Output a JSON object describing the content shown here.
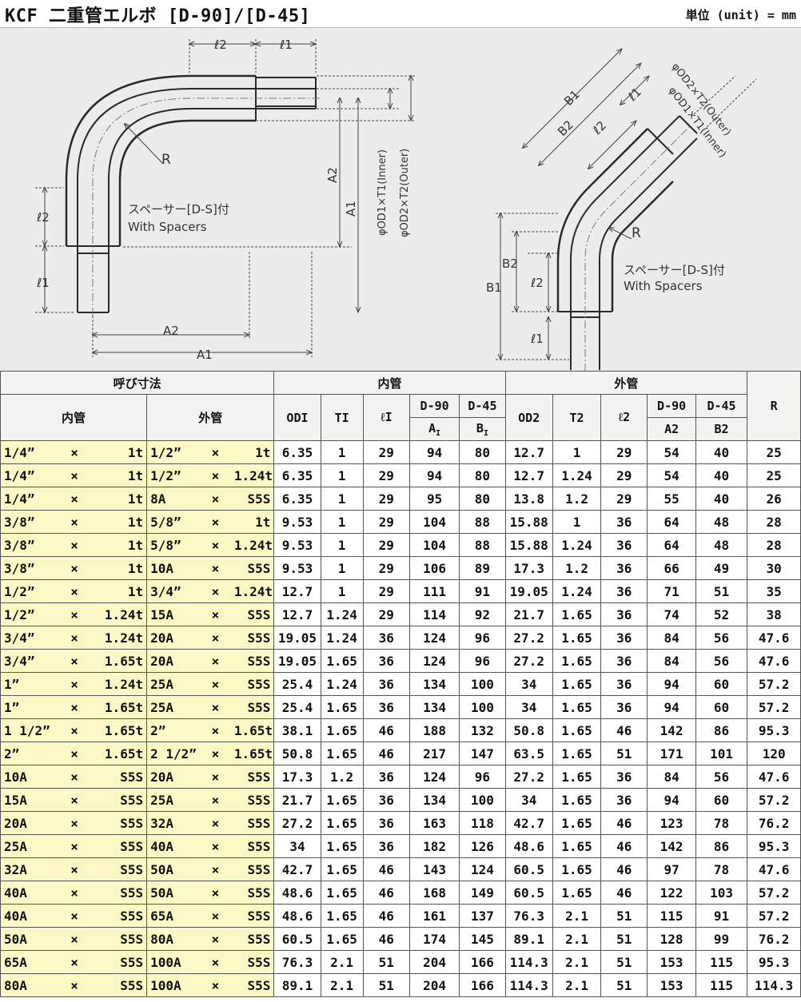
{
  "header": {
    "title": "KCF 二重管エルボ [D-90]/[D-45]",
    "unit": "単位 (unit) = mm"
  },
  "drawing": {
    "d90": {
      "spacer_jp": "スペーサー[D-S]付",
      "spacer_en": "With Spacers",
      "r_label": "R",
      "l1": "ℓ1",
      "l2": "ℓ2",
      "a1": "A1",
      "a2": "A2",
      "od1": "φOD1×T1(Inner)",
      "od2": "φOD2×T2(Outer)"
    },
    "d45": {
      "spacer_jp": "スペーサー[D-S]付",
      "spacer_en": "With Spacers",
      "r_label": "R",
      "l1": "ℓ1",
      "l2": "ℓ2",
      "b1": "B1",
      "b2": "B2",
      "od1": "φOD1×T1(Inner)",
      "od2": "φOD2×T2(Outer)"
    }
  },
  "table": {
    "group_nominal": "呼び寸法",
    "group_inner": "内管",
    "group_outer": "外管",
    "sub_inner": "内管",
    "sub_outer": "外管",
    "col_od1": "ODI",
    "col_t1": "TI",
    "col_l1": "ℓI",
    "col_d90": "D-90",
    "col_a1": "A",
    "col_d45": "D-45",
    "col_b1": "B",
    "col_od2": "OD2",
    "col_t2": "T2",
    "col_l2": "ℓ2",
    "col_d90b": "D-90",
    "col_a2": "A2",
    "col_d45b": "D-45",
    "col_b2": "B2",
    "col_r": "R",
    "x": "×",
    "rows": [
      [
        "1/4”",
        "1t",
        "1/2”",
        "1t",
        "6.35",
        "1",
        "29",
        "94",
        "80",
        "12.7",
        "1",
        "29",
        "54",
        "40",
        "25"
      ],
      [
        "1/4”",
        "1t",
        "1/2”",
        "1.24t",
        "6.35",
        "1",
        "29",
        "94",
        "80",
        "12.7",
        "1.24",
        "29",
        "54",
        "40",
        "25"
      ],
      [
        "1/4”",
        "1t",
        "8A",
        "S5S",
        "6.35",
        "1",
        "29",
        "95",
        "80",
        "13.8",
        "1.2",
        "29",
        "55",
        "40",
        "26"
      ],
      [
        "3/8”",
        "1t",
        "5/8”",
        "1t",
        "9.53",
        "1",
        "29",
        "104",
        "88",
        "15.88",
        "1",
        "36",
        "64",
        "48",
        "28"
      ],
      [
        "3/8”",
        "1t",
        "5/8”",
        "1.24t",
        "9.53",
        "1",
        "29",
        "104",
        "88",
        "15.88",
        "1.24",
        "36",
        "64",
        "48",
        "28"
      ],
      [
        "3/8”",
        "1t",
        "10A",
        "S5S",
        "9.53",
        "1",
        "29",
        "106",
        "89",
        "17.3",
        "1.2",
        "36",
        "66",
        "49",
        "30"
      ],
      [
        "1/2”",
        "1t",
        "3/4”",
        "1.24t",
        "12.7",
        "1",
        "29",
        "111",
        "91",
        "19.05",
        "1.24",
        "36",
        "71",
        "51",
        "35"
      ],
      [
        "1/2”",
        "1.24t",
        "15A",
        "S5S",
        "12.7",
        "1.24",
        "29",
        "114",
        "92",
        "21.7",
        "1.65",
        "36",
        "74",
        "52",
        "38"
      ],
      [
        "3/4”",
        "1.24t",
        "20A",
        "S5S",
        "19.05",
        "1.24",
        "36",
        "124",
        "96",
        "27.2",
        "1.65",
        "36",
        "84",
        "56",
        "47.6"
      ],
      [
        "3/4”",
        "1.65t",
        "20A",
        "S5S",
        "19.05",
        "1.65",
        "36",
        "124",
        "96",
        "27.2",
        "1.65",
        "36",
        "84",
        "56",
        "47.6"
      ],
      [
        "1”",
        "1.24t",
        "25A",
        "S5S",
        "25.4",
        "1.24",
        "36",
        "134",
        "100",
        "34",
        "1.65",
        "36",
        "94",
        "60",
        "57.2"
      ],
      [
        "1”",
        "1.65t",
        "25A",
        "S5S",
        "25.4",
        "1.65",
        "36",
        "134",
        "100",
        "34",
        "1.65",
        "36",
        "94",
        "60",
        "57.2"
      ],
      [
        "1 1/2”",
        "1.65t",
        "2”",
        "1.65t",
        "38.1",
        "1.65",
        "46",
        "188",
        "132",
        "50.8",
        "1.65",
        "46",
        "142",
        "86",
        "95.3"
      ],
      [
        "2”",
        "1.65t",
        "2 1/2”",
        "1.65t",
        "50.8",
        "1.65",
        "46",
        "217",
        "147",
        "63.5",
        "1.65",
        "51",
        "171",
        "101",
        "120"
      ],
      [
        "10A",
        "S5S",
        "20A",
        "S5S",
        "17.3",
        "1.2",
        "36",
        "124",
        "96",
        "27.2",
        "1.65",
        "36",
        "84",
        "56",
        "47.6"
      ],
      [
        "15A",
        "S5S",
        "25A",
        "S5S",
        "21.7",
        "1.65",
        "36",
        "134",
        "100",
        "34",
        "1.65",
        "36",
        "94",
        "60",
        "57.2"
      ],
      [
        "20A",
        "S5S",
        "32A",
        "S5S",
        "27.2",
        "1.65",
        "36",
        "163",
        "118",
        "42.7",
        "1.65",
        "46",
        "123",
        "78",
        "76.2"
      ],
      [
        "25A",
        "S5S",
        "40A",
        "S5S",
        "34",
        "1.65",
        "36",
        "182",
        "126",
        "48.6",
        "1.65",
        "46",
        "142",
        "86",
        "95.3"
      ],
      [
        "32A",
        "S5S",
        "50A",
        "S5S",
        "42.7",
        "1.65",
        "46",
        "143",
        "124",
        "60.5",
        "1.65",
        "46",
        "97",
        "78",
        "47.6"
      ],
      [
        "40A",
        "S5S",
        "50A",
        "S5S",
        "48.6",
        "1.65",
        "46",
        "168",
        "149",
        "60.5",
        "1.65",
        "46",
        "122",
        "103",
        "57.2"
      ],
      [
        "40A",
        "S5S",
        "65A",
        "S5S",
        "48.6",
        "1.65",
        "46",
        "161",
        "137",
        "76.3",
        "2.1",
        "51",
        "115",
        "91",
        "57.2"
      ],
      [
        "50A",
        "S5S",
        "80A",
        "S5S",
        "60.5",
        "1.65",
        "46",
        "174",
        "145",
        "89.1",
        "2.1",
        "51",
        "128",
        "99",
        "76.2"
      ],
      [
        "65A",
        "S5S",
        "100A",
        "S5S",
        "76.3",
        "2.1",
        "51",
        "204",
        "166",
        "114.3",
        "2.1",
        "51",
        "153",
        "115",
        "95.3"
      ],
      [
        "80A",
        "S5S",
        "100A",
        "S5S",
        "89.1",
        "2.1",
        "51",
        "204",
        "166",
        "114.3",
        "2.1",
        "51",
        "153",
        "115",
        "114.3"
      ]
    ]
  }
}
